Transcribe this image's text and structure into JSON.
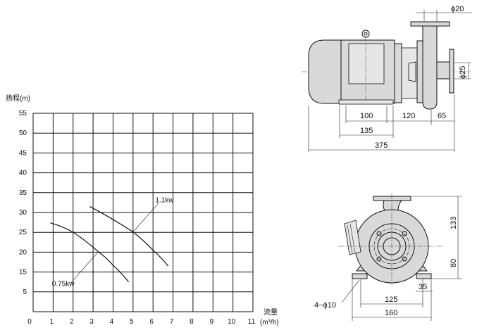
{
  "chart_data": {
    "type": "line",
    "ylabel": "扬程(m)",
    "xlabel_line1": "流量",
    "xlabel_line2": "(m³/h)",
    "xlim": [
      0,
      11
    ],
    "ylim": [
      5,
      55
    ],
    "x_ticks": [
      "0",
      "1",
      "2",
      "3",
      "4",
      "5",
      "6",
      "7",
      "8",
      "9",
      "10",
      "11"
    ],
    "y_ticks": [
      {
        "value": 55,
        "label": "55"
      },
      {
        "value": 50,
        "label": "50"
      },
      {
        "value": 45,
        "label": "45"
      },
      {
        "value": 40,
        "label": "40"
      },
      {
        "value": 35,
        "label": "35"
      },
      {
        "value": 30,
        "label": "30"
      },
      {
        "value": 25,
        "label": "25"
      },
      {
        "value": 20,
        "label": "20"
      },
      {
        "value": 15,
        "label": "15"
      },
      {
        "value": 10,
        "label": "5"
      }
    ],
    "grid": true,
    "series": [
      {
        "name": "0.75kw",
        "x": [
          0.86,
          1.98,
          3.27,
          4.0,
          4.78
        ],
        "y": [
          27.4,
          25.1,
          20.1,
          16.7,
          12.5
        ],
        "annotation": {
          "at": [
            3.27,
            20.1
          ],
          "label_at": [
            1.92,
            12.5
          ]
        }
      },
      {
        "name": "1.1kw",
        "x": [
          2.84,
          5.0,
          6.0,
          6.76
        ],
        "y": [
          31.5,
          25.1,
          20.5,
          16.5
        ],
        "annotation": {
          "at": [
            5.0,
            25.1
          ],
          "label_at": [
            6.29,
            32.4
          ]
        }
      }
    ]
  },
  "side_view": {
    "dims": {
      "inlet_dia": "ϕ20",
      "outlet_dia": "ϕ25",
      "d100": "100",
      "d120": "120",
      "d65": "65",
      "d135": "135",
      "d375": "375"
    }
  },
  "front_view": {
    "dims": {
      "d133": "133",
      "d80": "80",
      "d35": "35",
      "d125": "125",
      "d160": "160",
      "holes": "4−ϕ10"
    }
  }
}
